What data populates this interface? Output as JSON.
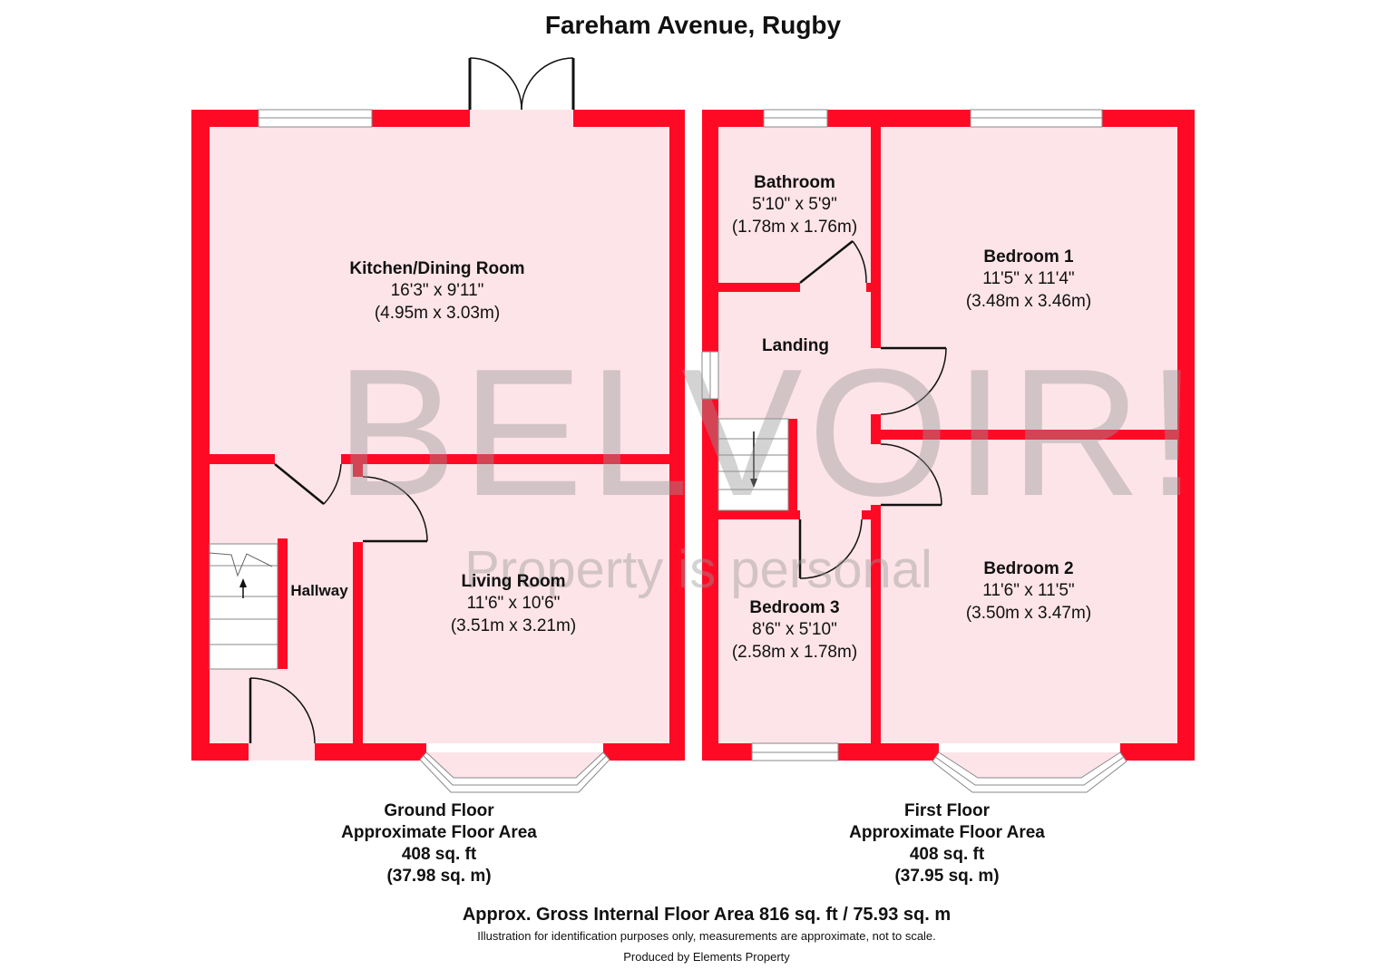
{
  "title": "Fareham Avenue, Rugby",
  "colors": {
    "wall": "#ff0a25",
    "floor": "#fde4e8",
    "watermark": "#969696"
  },
  "watermark": {
    "brand": "BELVOIR!",
    "tagline": "Property is personal"
  },
  "rooms": {
    "kitchen": {
      "name": "Kitchen/Dining Room",
      "imperial": "16'3\" x 9'11\"",
      "metric": "(4.95m x 3.03m)"
    },
    "living": {
      "name": "Living Room",
      "imperial": "11'6\" x 10'6\"",
      "metric": "(3.51m x 3.21m)"
    },
    "hallway": {
      "name": "Hallway"
    },
    "bathroom": {
      "name": "Bathroom",
      "imperial": "5'10\" x 5'9\"",
      "metric": "(1.78m x 1.76m)"
    },
    "bedroom1": {
      "name": "Bedroom 1",
      "imperial": "11'5\" x 11'4\"",
      "metric": "(3.48m x 3.46m)"
    },
    "landing": {
      "name": "Landing"
    },
    "bedroom2": {
      "name": "Bedroom 2",
      "imperial": "11'6\" x 11'5\"",
      "metric": "(3.50m x 3.47m)"
    },
    "bedroom3": {
      "name": "Bedroom 3",
      "imperial": "8'6\" x 5'10\"",
      "metric": "(2.58m x 1.78m)"
    }
  },
  "floors": {
    "ground": {
      "name": "Ground Floor",
      "label": "Approximate Floor Area",
      "sqft": "408 sq. ft",
      "sqm": "(37.98 sq. m)"
    },
    "first": {
      "name": "First Floor",
      "label": "Approximate Floor Area",
      "sqft": "408 sq. ft",
      "sqm": "(37.95 sq. m)"
    }
  },
  "footer": {
    "gross": "Approx. Gross Internal Floor Area 816 sq. ft / 75.93 sq. m",
    "disclaimer": "Illustration for identification purposes only, measurements are approximate, not to scale.",
    "produced": "Produced by Elements Property"
  }
}
